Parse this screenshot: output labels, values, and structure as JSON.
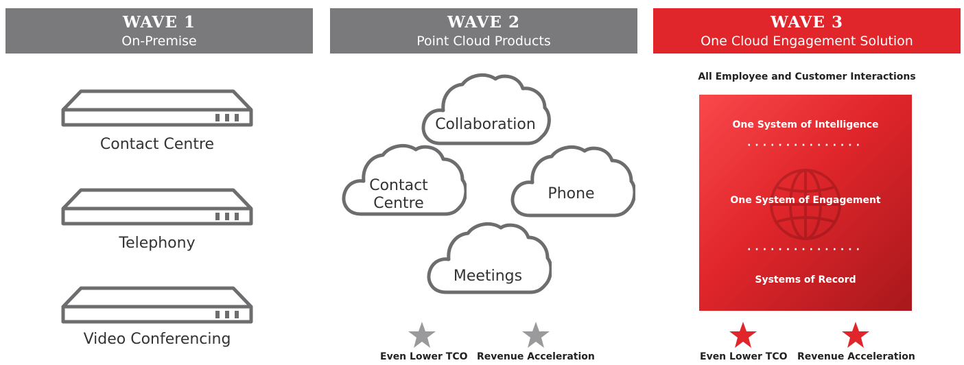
{
  "waves": [
    {
      "title": "WAVE 1",
      "subtitle": "On-Premise"
    },
    {
      "title": "WAVE 2",
      "subtitle": "Point Cloud Products"
    },
    {
      "title": "WAVE 3",
      "subtitle": "One Cloud Engagement Solution"
    }
  ],
  "wave1": {
    "devices": [
      "Contact Centre",
      "Telephony",
      "Video Conferencing"
    ]
  },
  "wave2": {
    "clouds": {
      "collaboration": "Collaboration",
      "contact_line1": "Contact",
      "contact_line2": "Centre",
      "phone": "Phone",
      "meetings": "Meetings"
    },
    "benefits": [
      "Even Lower TCO",
      "Revenue Acceleration"
    ],
    "star_color": "#9a9a9c"
  },
  "wave3": {
    "caption": "All Employee and Customer Interactions",
    "layers": [
      "One System of Intelligence",
      "One System of Engagement",
      "Systems of Record"
    ],
    "dots": "···············",
    "benefits": [
      "Even Lower TCO",
      "Revenue Acceleration"
    ],
    "star_color": "#e0262b"
  },
  "colors": {
    "grey_header": "#7a7a7c",
    "red_header": "#e0262b",
    "outline": "#6d6d70"
  }
}
